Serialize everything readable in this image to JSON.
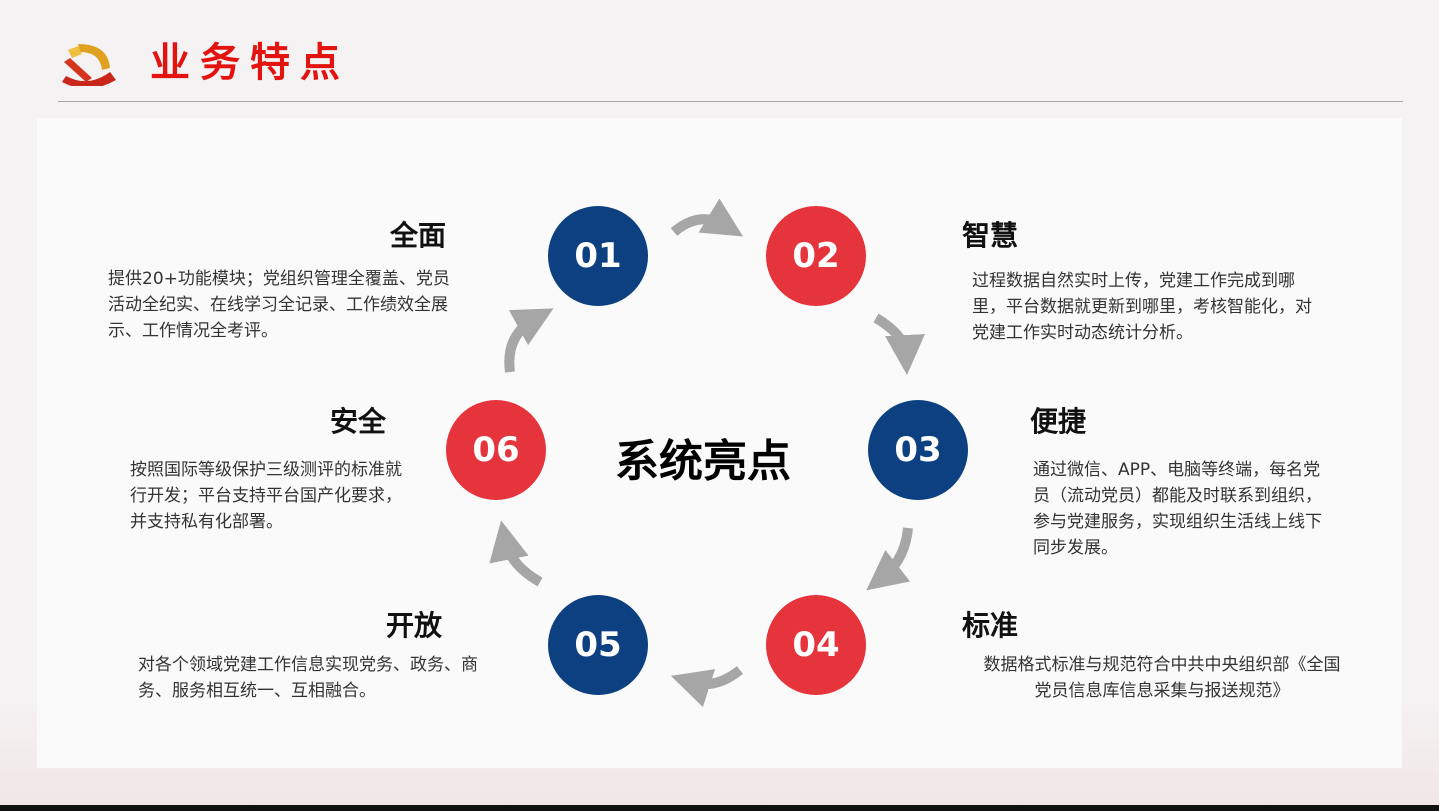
{
  "header": {
    "title": "业务特点"
  },
  "center_label": "系统亮点",
  "colors": {
    "navy": "#0d4080",
    "red": "#e5343c",
    "arrow": "#a6a6a6",
    "title": "#e3140f"
  },
  "items": [
    {
      "num": "01",
      "title": "全面",
      "text": "提供20+功能模块；党组织管理全覆盖、党员活动全纪实、在线学习全记录、工作绩效全展示、工作情况全考评。"
    },
    {
      "num": "02",
      "title": "智慧",
      "text": "过程数据自然实时上传，党建工作完成到哪里，平台数据就更新到哪里，考核智能化，对党建工作实时动态统计分析。"
    },
    {
      "num": "03",
      "title": "便捷",
      "text": "通过微信、APP、电脑等终端，每名党员（流动党员）都能及时联系到组织，参与党建服务，实现组织生活线上线下同步发展。"
    },
    {
      "num": "04",
      "title": "标准",
      "text": "数据格式标准与规范符合中共中央组织部《全国党员信息库信息采集与报送规范》"
    },
    {
      "num": "05",
      "title": "开放",
      "text": "对各个领域党建工作信息实现党务、政务、商务、服务相互统一、互相融合。"
    },
    {
      "num": "06",
      "title": "安全",
      "text": "按照国际等级保护三级测评的标准就行开发；平台支持平台国产化要求，并支持私有化部署。"
    }
  ]
}
